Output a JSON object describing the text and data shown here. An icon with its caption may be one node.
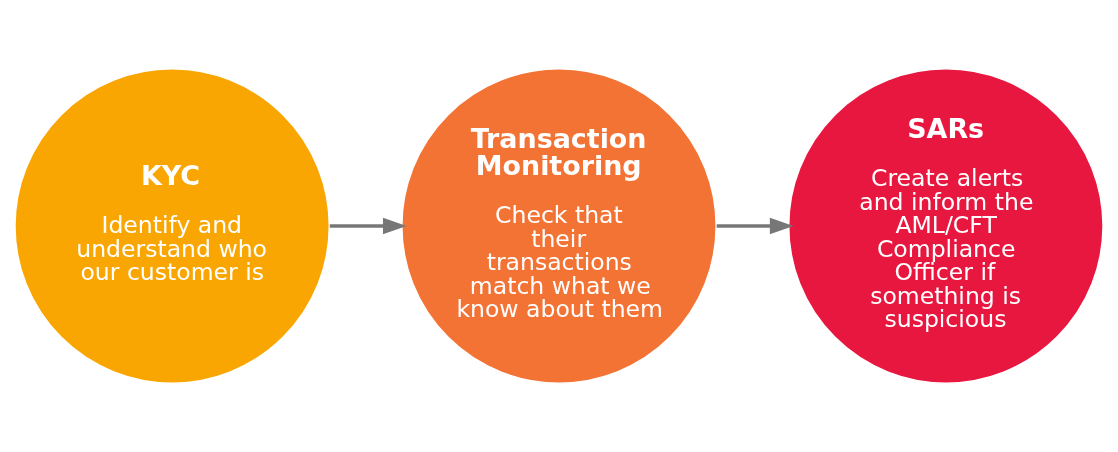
{
  "diagram": {
    "nodes": [
      {
        "text": [
          "KYC",
          "Identify and understand who our customer is"
        ]
      },
      {
        "text": [
          "Transaction Monitoring",
          "Check that their transactions match what we know about them"
        ]
      },
      {
        "text": [
          "SARs",
          "Create alerts and inform the AML/CFT Compliance Officer if something is suspicious"
        ]
      }
    ],
    "edges": [
      {
        "from": 0,
        "to": 1,
        "arrow": "to"
      },
      {
        "from": 1,
        "to": 2,
        "arrow": "to"
      }
    ]
  }
}
